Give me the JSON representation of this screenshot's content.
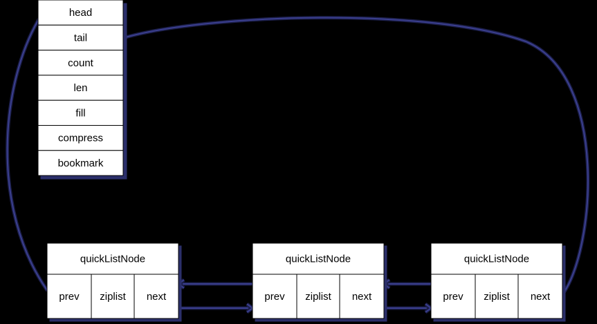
{
  "quicklist": {
    "fields": [
      "head",
      "tail",
      "count",
      "len",
      "fill",
      "compress",
      "bookmark"
    ]
  },
  "nodes": [
    {
      "title": "quickListNode",
      "cells": [
        "prev",
        "ziplist",
        "next"
      ]
    },
    {
      "title": "quickListNode",
      "cells": [
        "prev",
        "ziplist",
        "next"
      ]
    },
    {
      "title": "quickListNode",
      "cells": [
        "prev",
        "ziplist",
        "next"
      ]
    }
  ],
  "colors": {
    "background": "#000000",
    "box_fill": "#ffffff",
    "link": "#3b3f8f",
    "shadow": "#2b2f6a"
  }
}
